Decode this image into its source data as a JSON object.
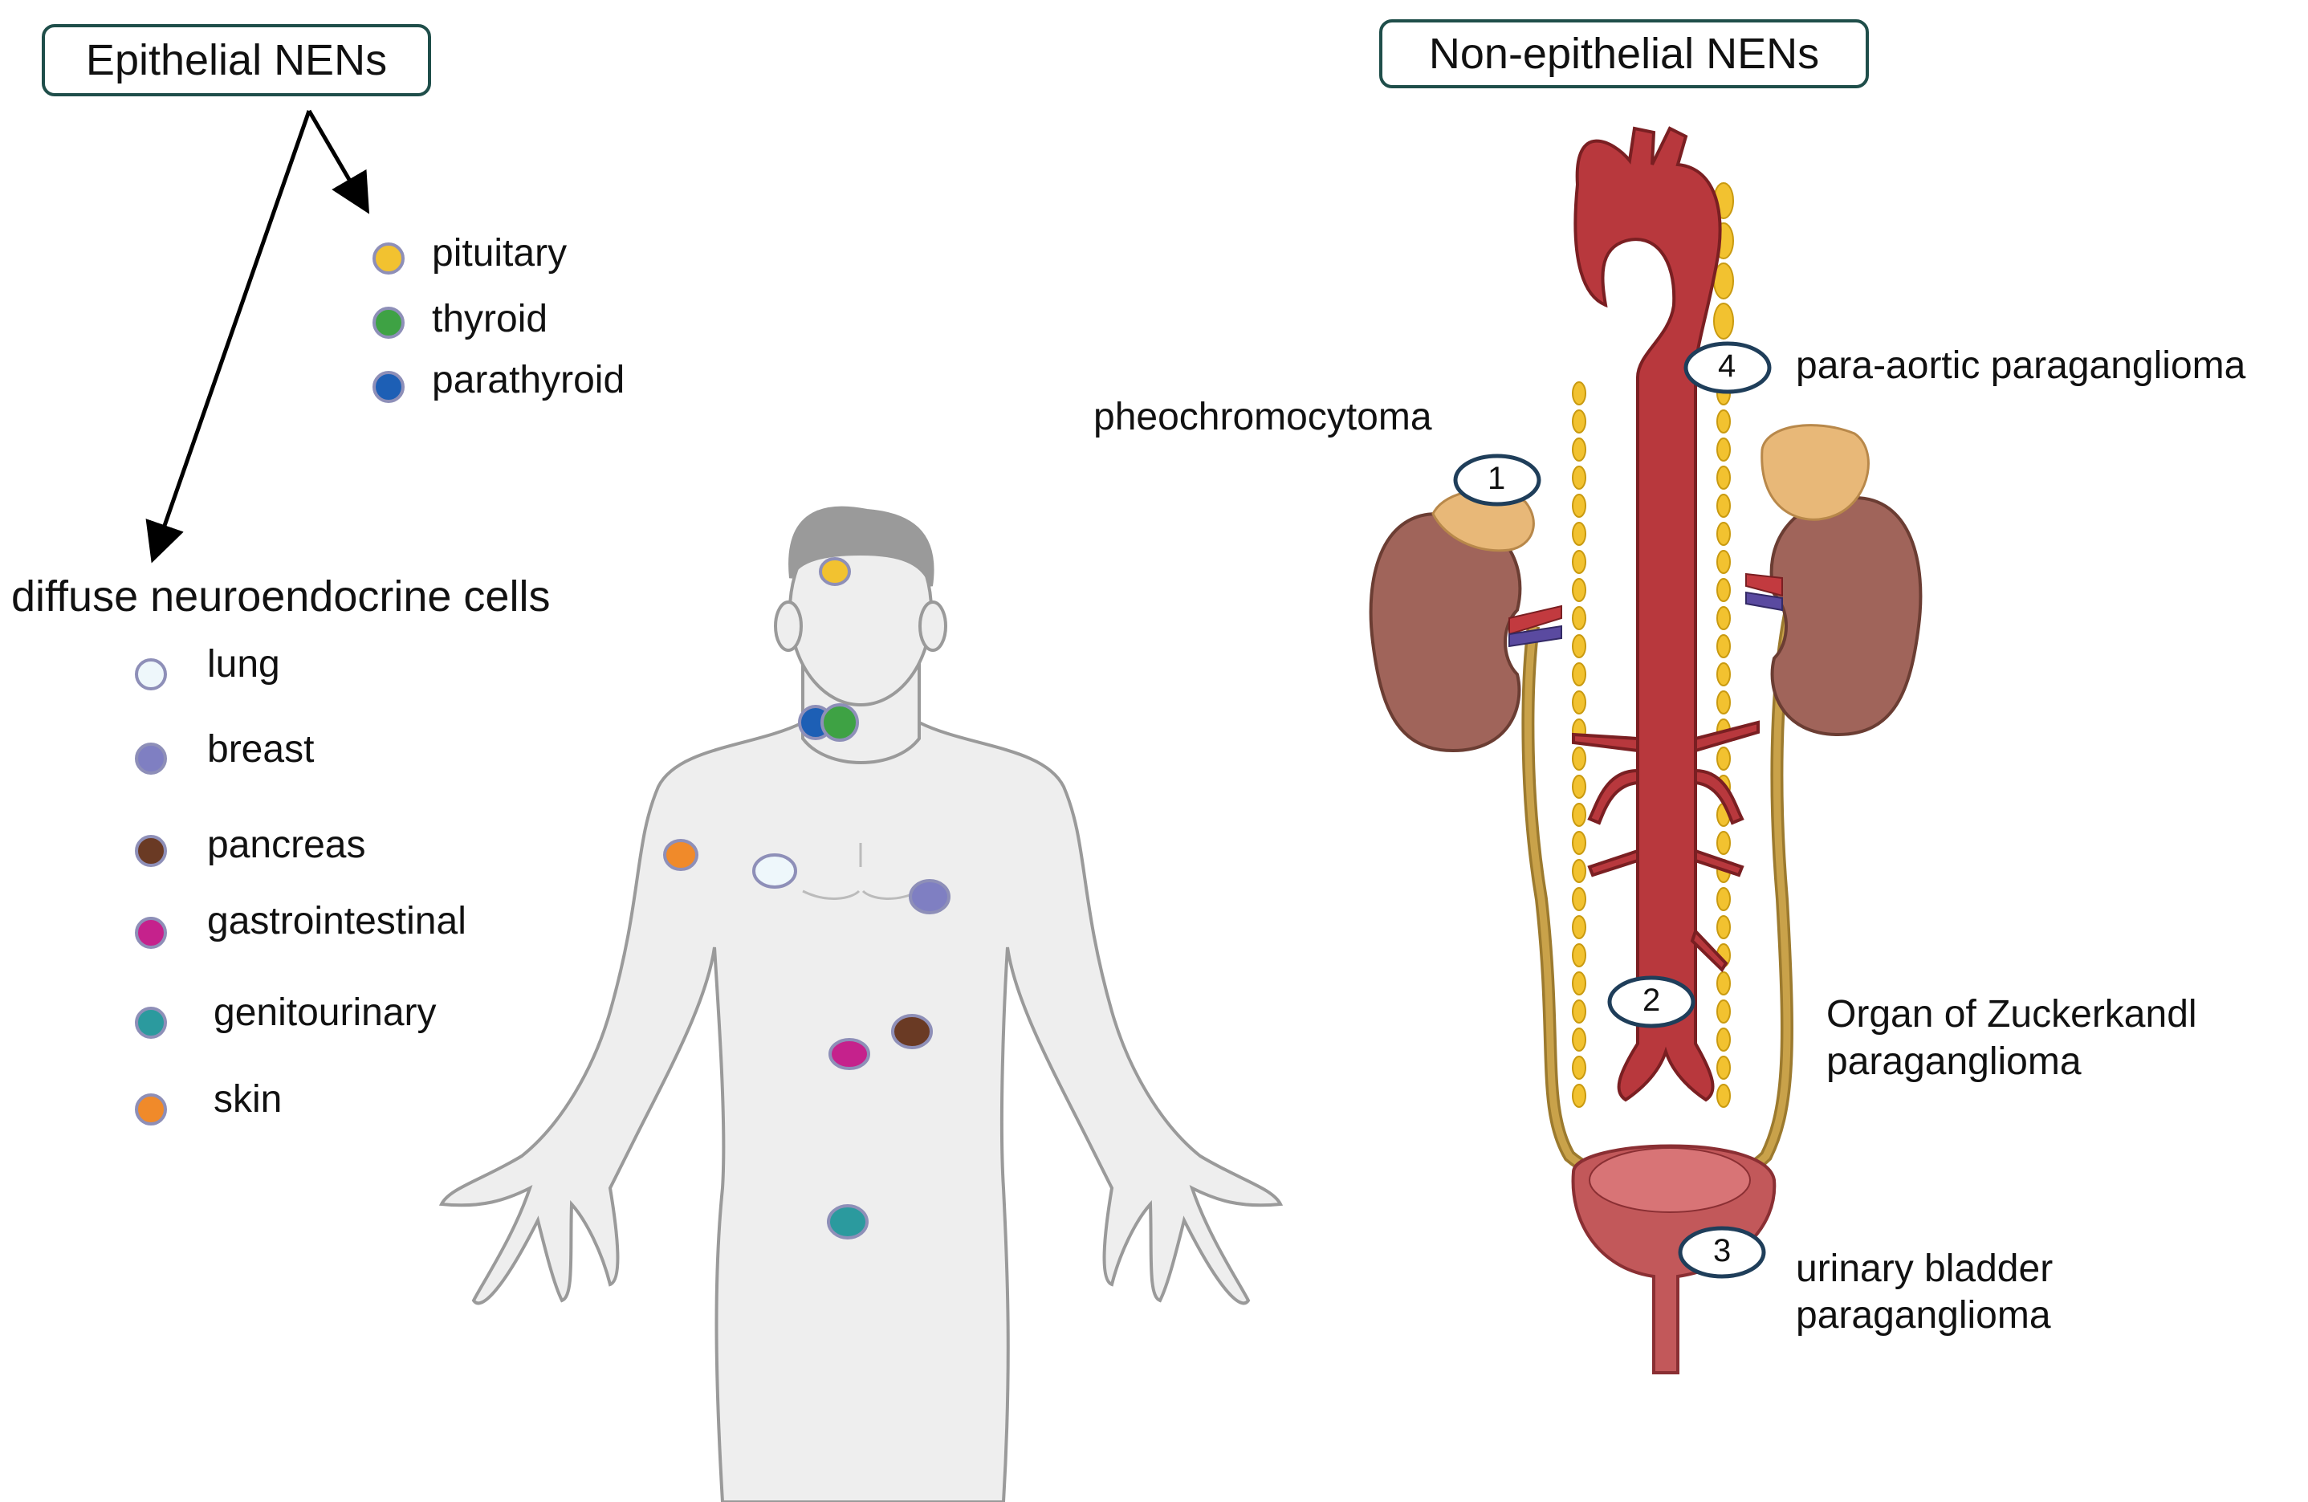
{
  "epithelial": {
    "title": "Epithelial NENs",
    "endocrine_glands": [
      {
        "label": "pituitary",
        "color": "#f2c230"
      },
      {
        "label": "thyroid",
        "color": "#3ea244"
      },
      {
        "label": "parathyroid",
        "color": "#1d5fb5"
      }
    ],
    "diffuse_title": "diffuse neuroendocrine cells",
    "diffuse_cells": [
      {
        "label": "lung",
        "color": "#eef7fb"
      },
      {
        "label": "breast",
        "color": "#7f7fc2"
      },
      {
        "label": "pancreas",
        "color": "#6a3a24"
      },
      {
        "label": "gastrointestinal",
        "color": "#c5228c"
      },
      {
        "label": "genitourinary",
        "color": "#2b9a9e"
      },
      {
        "label": "skin",
        "color": "#f08a2a"
      }
    ]
  },
  "non_epithelial": {
    "title": "Non-epithelial NENs",
    "sites": [
      {
        "number": "1",
        "label": "pheochromocytoma"
      },
      {
        "number": "2",
        "label_line1": "Organ of Zuckerkandl",
        "label_line2": "paraganglioma"
      },
      {
        "number": "3",
        "label_line1": "urinary bladder",
        "label_line2": "paraganglioma"
      },
      {
        "number": "4",
        "label": "para-aortic paraganglioma"
      }
    ]
  },
  "colors": {
    "box_border": "#1f4e4a",
    "aorta": "#b8383d",
    "kidney": "#a0645a",
    "adrenal": "#e8b878",
    "chain": "#f2c230",
    "ureter": "#c9a24a",
    "bladder": "#c2585a",
    "body": "#eeeeee",
    "hair": "#9a9a9a"
  }
}
